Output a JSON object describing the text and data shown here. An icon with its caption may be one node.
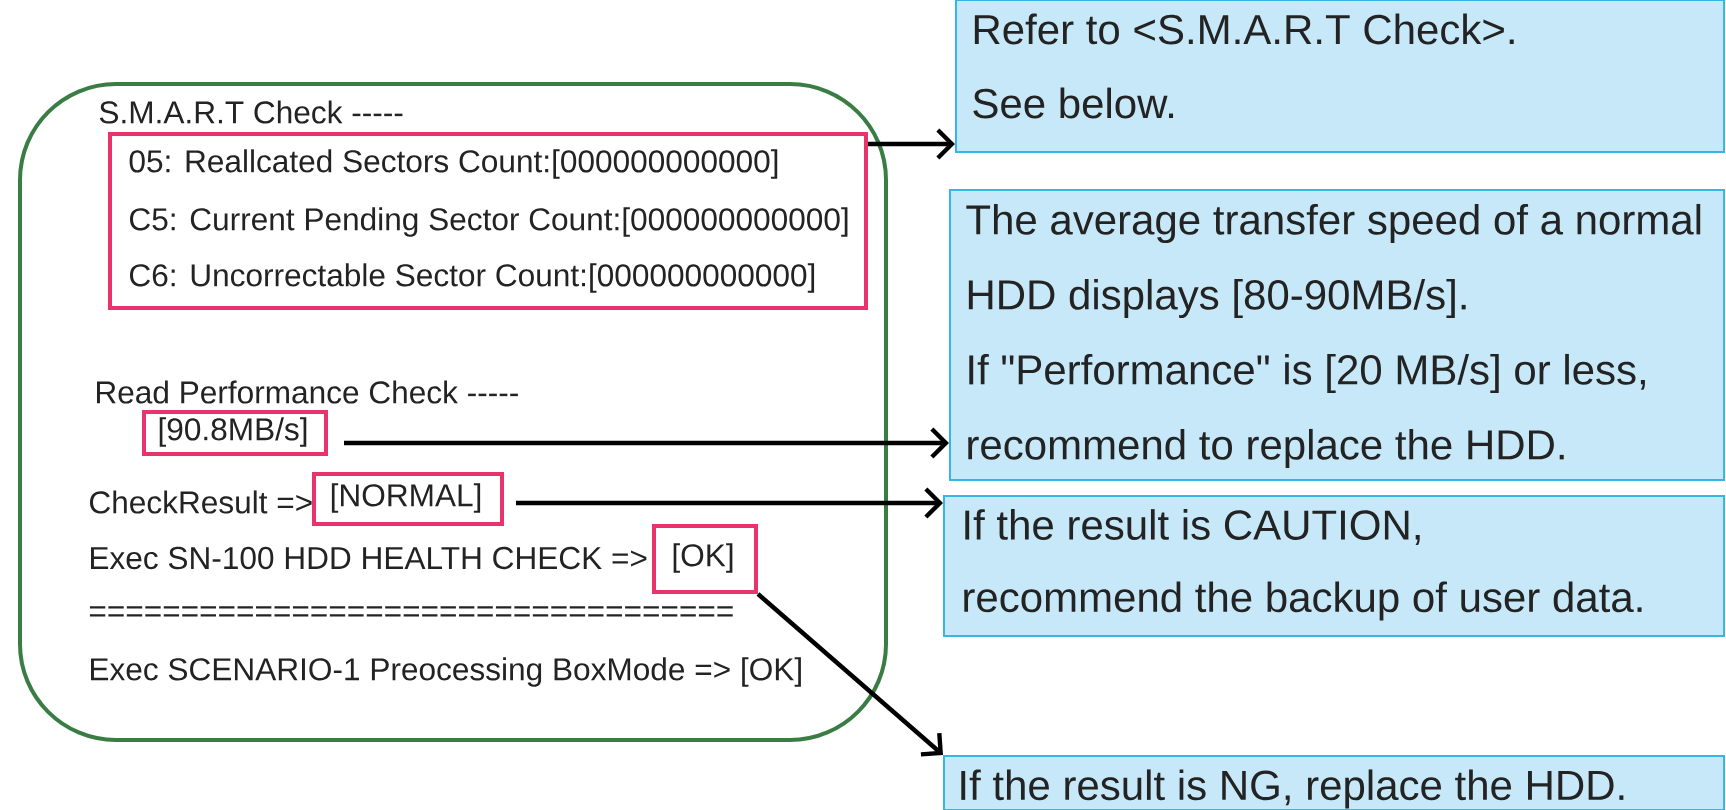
{
  "diagram": {
    "nodes": [
      {
        "text": [
          "S.M.A.R.T Check -----",
          "Read Performance Check -----",
          "CheckResult =>",
          "Exec SN-100 HDD HEALTH CHECK =>",
          "===================================",
          "Exec SCENARIO-1 Preocessing BoxMode => [OK]"
        ]
      },
      {
        "text": [
          "05: Reallcated Sectors Count:[000000000000]",
          "C5: Current Pending Sector Count:[000000000000]",
          "C6: Uncorrectable Sector Count:[000000000000]"
        ],
        "in": 0
      },
      {
        "text": [
          "[90.8MB/s]"
        ],
        "in": 0
      },
      {
        "text": [
          "[NORMAL]"
        ],
        "in": 0
      },
      {
        "text": [
          "[OK]"
        ],
        "in": 0
      },
      {
        "text": [
          "Refer to <S.M.A.R.T Check>.",
          "See below."
        ]
      },
      {
        "text": [
          "The average transfer speed of a normal HDD displays [80-90MB/s].",
          "If \"Performance\" is [20 MB/s] or less, recommend to replace the HDD."
        ]
      },
      {
        "text": [
          "If the result is CAUTION,",
          "recommend the backup of user data."
        ]
      },
      {
        "text": [
          "If the result is NG, replace the HDD."
        ]
      }
    ],
    "edges": [
      {
        "from": 1,
        "to": 5,
        "arrow": "to"
      },
      {
        "from": 2,
        "to": 6,
        "arrow": "to"
      },
      {
        "from": 3,
        "to": 7,
        "arrow": "to"
      },
      {
        "from": 4,
        "to": 8,
        "arrow": "to"
      }
    ]
  }
}
